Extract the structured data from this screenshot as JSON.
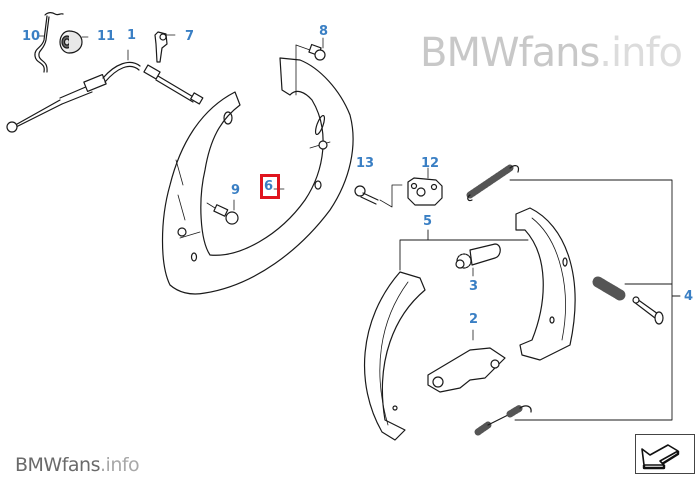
{
  "watermarks": {
    "top": {
      "brand": "BMWfans",
      "suffix": ".info"
    },
    "bottom": {
      "brand": "BMWfans",
      "suffix": ".info"
    }
  },
  "highlight": {
    "part": "6",
    "color": "#e0141e"
  },
  "label_color": "#3a7fc4",
  "parts": [
    {
      "number": "1",
      "name": "handbrake-cable"
    },
    {
      "number": "2",
      "name": "adjuster-lever"
    },
    {
      "number": "3",
      "name": "adjuster-screw"
    },
    {
      "number": "4",
      "name": "retaining-pin-spring-kit"
    },
    {
      "number": "5",
      "name": "brake-shoe-set"
    },
    {
      "number": "6",
      "name": "backing-plate"
    },
    {
      "number": "7",
      "name": "cable-clip"
    },
    {
      "number": "8",
      "name": "bolt"
    },
    {
      "number": "9",
      "name": "bolt"
    },
    {
      "number": "10",
      "name": "bracket-wire"
    },
    {
      "number": "11",
      "name": "grommet"
    },
    {
      "number": "12",
      "name": "expander-lock"
    },
    {
      "number": "13",
      "name": "screw"
    }
  ],
  "nav": {
    "icon": "back-arrow-icon"
  }
}
